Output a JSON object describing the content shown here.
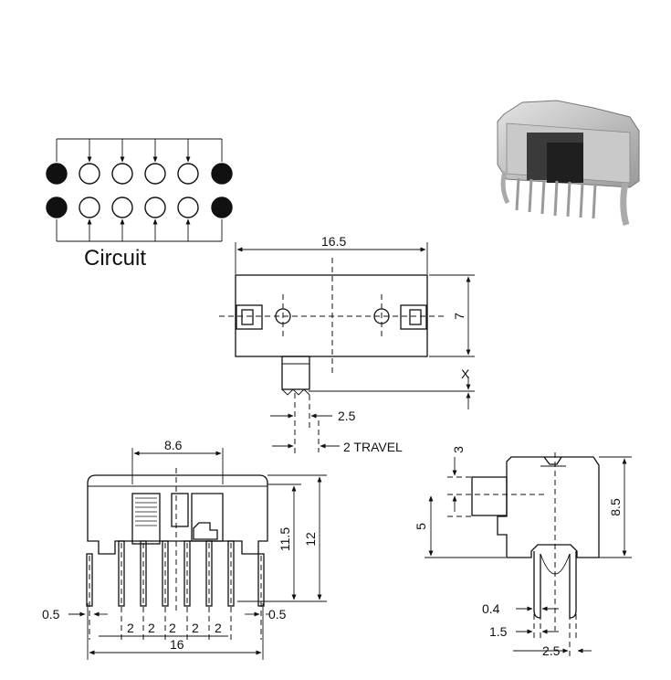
{
  "circuit": {
    "caption": "Circuit",
    "rows": [
      [
        "filled",
        "open",
        "open",
        "open",
        "open",
        "filled"
      ],
      [
        "filled",
        "open",
        "open",
        "open",
        "open",
        "filled"
      ]
    ]
  },
  "top_view": {
    "width_label": "16.5",
    "height_label": "7",
    "x_label": "X",
    "pitch_label": "2.5",
    "travel_label": "2 TRAVEL"
  },
  "front_view": {
    "top_width_label": "8.6",
    "height_inner_label": "11.5",
    "height_outer_label": "12",
    "left_pin_label": "0.5",
    "right_pin_label": "0.5",
    "pitch_labels": [
      "2",
      "2",
      "2",
      "2",
      "2"
    ],
    "overall_width_label": "16"
  },
  "side_view": {
    "knob_label": "3",
    "mid_label": "5",
    "height_label": "8.5",
    "pin_width_label": "0.4",
    "pin_gap_label": "1.5",
    "pin_pitch_label": "2.5"
  },
  "photo": {
    "icon": "switch-photo-icon",
    "body_color": "#b9b9b9",
    "slider_color": "#3a3a3a"
  }
}
